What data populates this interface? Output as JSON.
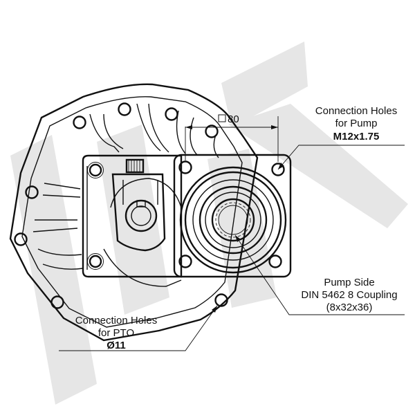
{
  "watermark": {
    "text": "HK",
    "color": "#e4e4e4"
  },
  "dimension": {
    "symbol": "□",
    "value": "80"
  },
  "callouts": {
    "pump_holes": {
      "line1": "Connection Holes",
      "line2": "for Pump",
      "line3": "M12x1.75"
    },
    "pump_side": {
      "line1": "Pump Side",
      "line2": "DIN 5462 8 Coupling",
      "line3": "(8x32x36)"
    },
    "pto_holes": {
      "line1": "Connection Holes",
      "line2": "for PTO",
      "line3": "Ø11"
    }
  },
  "colors": {
    "line": "#111111",
    "background": "#ffffff"
  }
}
